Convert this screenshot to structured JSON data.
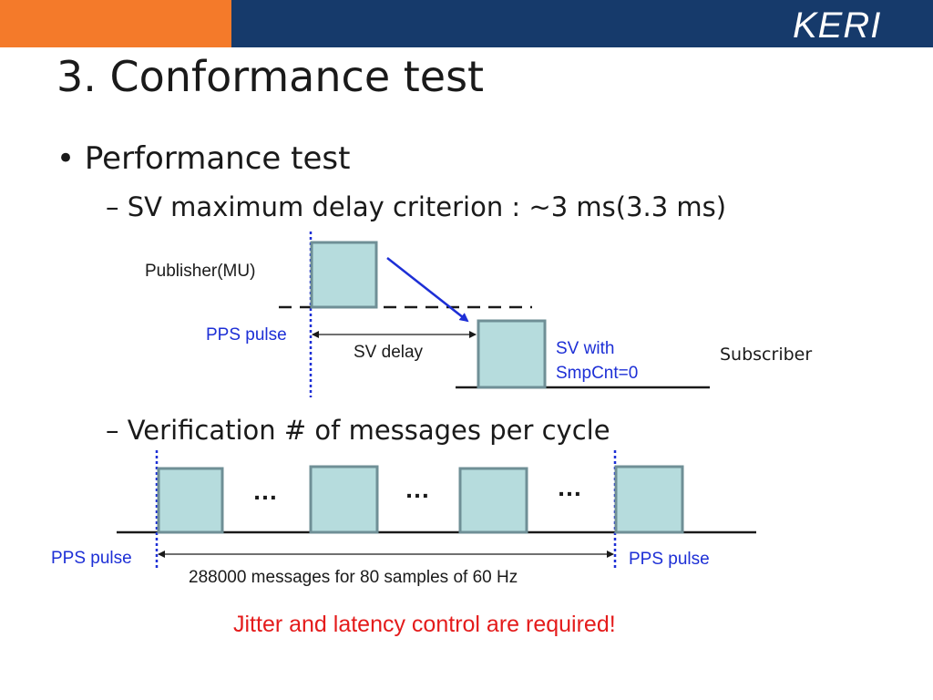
{
  "header": {
    "logo_text": "KERI",
    "accent_color": "#f47a2a",
    "bar_color": "#163a6b"
  },
  "title": "3. Conformance test",
  "bullet": "Performance test",
  "sub_bullets": [
    "SV maximum delay criterion : ~3 ms(3.3 ms)",
    "Verification # of messages per cycle"
  ],
  "diagram1": {
    "publisher_label": "Publisher(MU)",
    "pps_label": "PPS pulse",
    "delay_label": "SV  delay",
    "sv_label_line1": "SV with",
    "sv_label_line2": "SmpCnt=0",
    "subscriber_label": "Subscriber"
  },
  "diagram2": {
    "pps_label_left": "PPS pulse",
    "pps_label_right": "PPS pulse",
    "ellipsis": "…",
    "count_label": "288000 messages for 80 samples of 60 Hz"
  },
  "note": "Jitter and latency control are required!",
  "colors": {
    "box_fill": "#b6dcdd",
    "box_stroke": "#6f8f96",
    "pulse": "#1d2fd6",
    "note": "#e41b1b"
  }
}
